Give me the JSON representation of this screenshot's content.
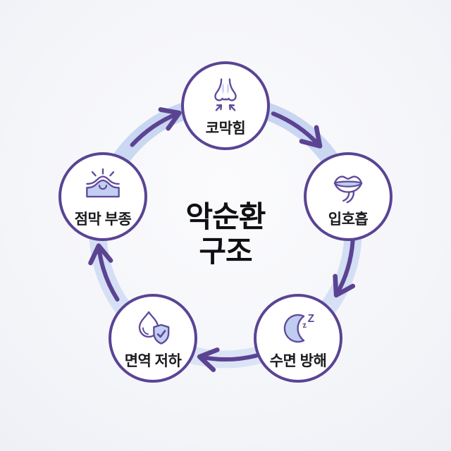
{
  "title": {
    "line1": "악순환",
    "line2": "구조"
  },
  "cycle": {
    "direction": "clockwise",
    "arrow_count": 5,
    "nodes": [
      {
        "id": "nasal-congestion",
        "label": "코막힘",
        "icon": "nose-icon",
        "position": "top"
      },
      {
        "id": "mouth-breathing",
        "label": "입호흡",
        "icon": "mouth-icon",
        "position": "right"
      },
      {
        "id": "sleep-disturbance",
        "label": "수면 방해",
        "icon": "moon-zzz-icon",
        "position": "bottom-right"
      },
      {
        "id": "immunity-decline",
        "label": "면역 저하",
        "icon": "droplet-shield-icon",
        "position": "bottom-left"
      },
      {
        "id": "mucosal-swelling",
        "label": "점막 부종",
        "icon": "mucosa-swelling-icon",
        "position": "left"
      }
    ]
  },
  "icon_text": {
    "z_small": "z",
    "z_large": "Z"
  },
  "colors": {
    "outline_purple": "#5a4494",
    "arrow_purple": "#5b4392",
    "ring_blue_top": "#c7d5f1",
    "ring_blue_bottom": "#dbe4f6",
    "icon_stroke_purple": "#5f4b9c",
    "icon_fill_blue": "#bfcdf0",
    "node_fill": "#ffffff",
    "label_text": "#1b1b1f",
    "title_text": "#101014"
  }
}
